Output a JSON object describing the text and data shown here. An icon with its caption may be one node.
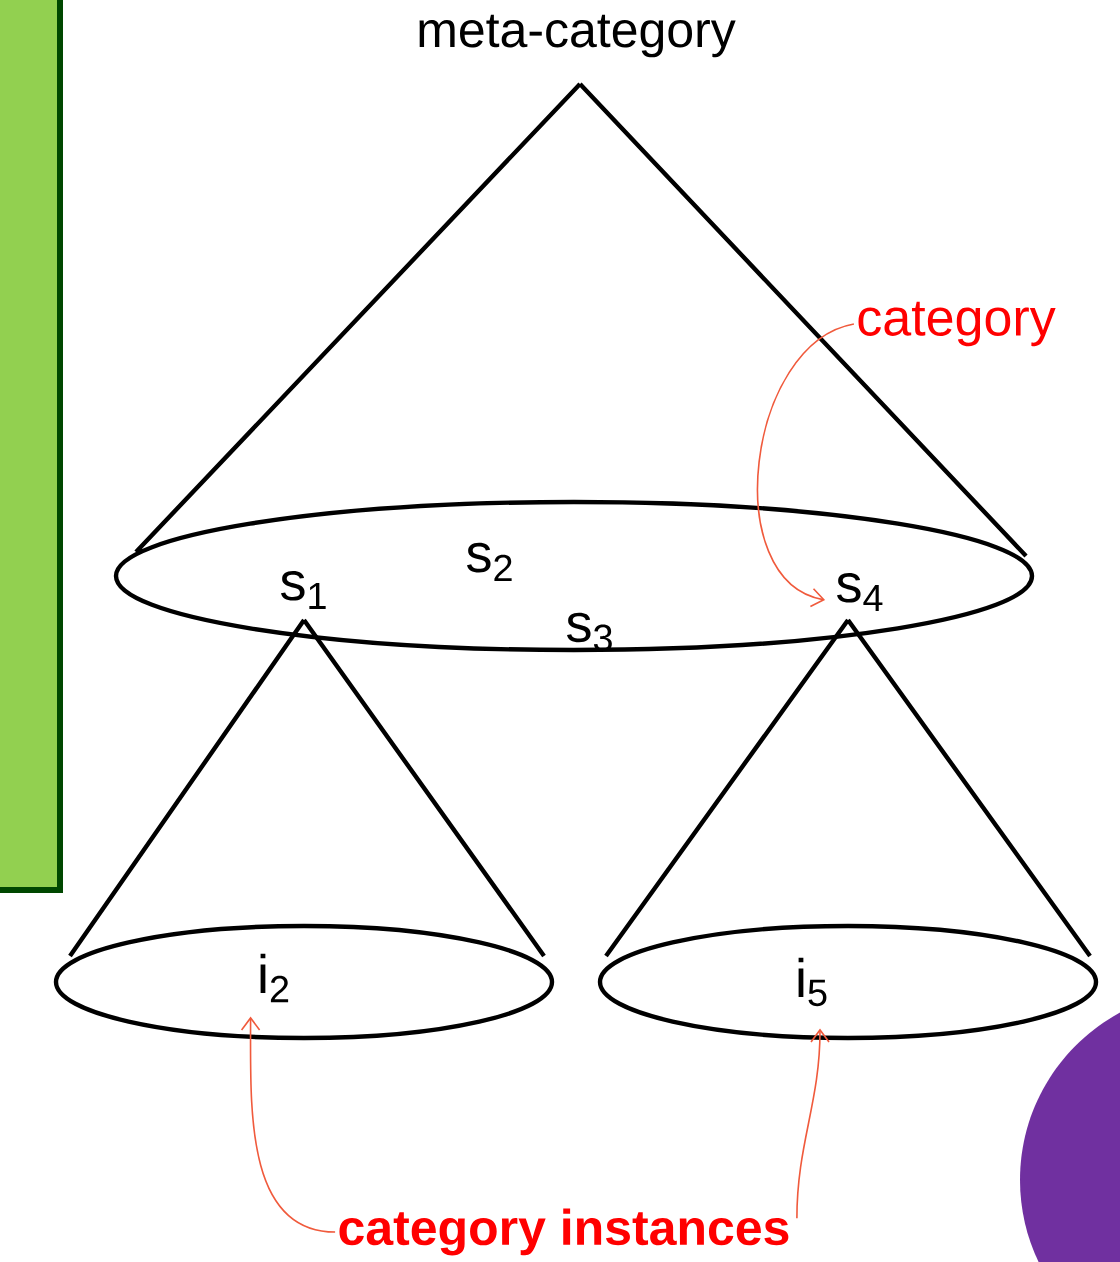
{
  "diagram": {
    "nodes": [
      {
        "text": [
          "category"
        ]
      },
      {
        "text": [
          "s$_{4}$"
        ]
      },
      {
        "text": [
          "category instances"
        ]
      },
      {
        "text": [
          "i$_{2}$"
        ]
      },
      {
        "text": [
          "i$_{5}$"
        ]
      }
    ],
    "edges": [
      {
        "from": 0,
        "to": 1,
        "arrow": "to"
      },
      {
        "from": 2,
        "to": 3,
        "arrow": "to"
      },
      {
        "from": 2,
        "to": 4,
        "arrow": "to"
      }
    ],
    "labels": [
      "meta-category",
      "s$_{1}$",
      "s$_{2}$",
      "s$_{3}$"
    ]
  }
}
